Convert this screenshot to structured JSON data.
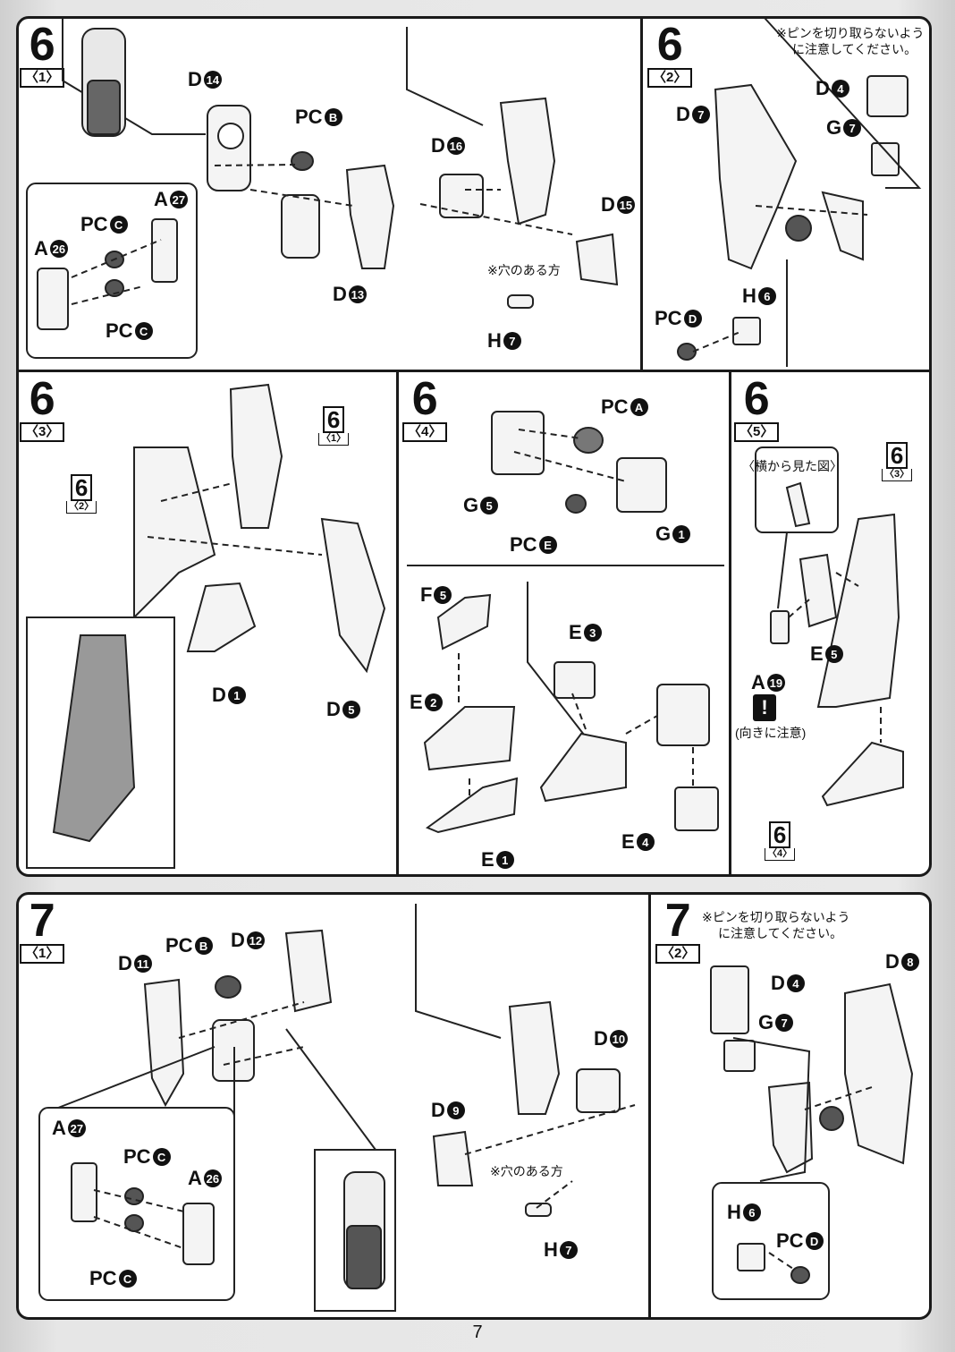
{
  "page_number": "7",
  "steps": [
    {
      "num": "6",
      "sub": "〈1〉"
    },
    {
      "num": "6",
      "sub": "〈2〉"
    },
    {
      "num": "6",
      "sub": "〈3〉"
    },
    {
      "num": "6",
      "sub": "〈4〉"
    },
    {
      "num": "6",
      "sub": "〈5〉"
    },
    {
      "num": "7",
      "sub": "〈1〉"
    },
    {
      "num": "7",
      "sub": "〈2〉"
    }
  ],
  "refs": [
    {
      "num": "6",
      "sub": "〈1〉"
    },
    {
      "num": "6",
      "sub": "〈2〉"
    },
    {
      "num": "6",
      "sub": "〈3〉"
    },
    {
      "num": "6",
      "sub": "〈4〉"
    }
  ],
  "notes": {
    "pin_warning": "※ピンを切り取らないように注意してください。",
    "pin_warning_line1": "※ピンを切り取らないよう",
    "pin_warning_line2": "に注意してください。",
    "hole_side": "※穴のある方",
    "side_view": "〈横から見た図〉",
    "direction_caution": "(向きに注意)"
  },
  "parts": {
    "s61": [
      {
        "prefix": "D",
        "n": "14"
      },
      {
        "prefix": "PC",
        "n": "B"
      },
      {
        "prefix": "A",
        "n": "27"
      },
      {
        "prefix": "PC",
        "n": "C"
      },
      {
        "prefix": "A",
        "n": "26"
      },
      {
        "prefix": "PC",
        "n": "C"
      },
      {
        "prefix": "D",
        "n": "13"
      },
      {
        "prefix": "D",
        "n": "16"
      },
      {
        "prefix": "D",
        "n": "15"
      },
      {
        "prefix": "H",
        "n": "7"
      }
    ],
    "s62": [
      {
        "prefix": "D",
        "n": "7"
      },
      {
        "prefix": "D",
        "n": "4"
      },
      {
        "prefix": "G",
        "n": "7"
      },
      {
        "prefix": "PC",
        "n": "D"
      },
      {
        "prefix": "H",
        "n": "6"
      }
    ],
    "s63": [
      {
        "prefix": "D",
        "n": "1"
      },
      {
        "prefix": "D",
        "n": "5"
      }
    ],
    "s64": [
      {
        "prefix": "PC",
        "n": "A"
      },
      {
        "prefix": "G",
        "n": "5"
      },
      {
        "prefix": "G",
        "n": "1"
      },
      {
        "prefix": "PC",
        "n": "E"
      },
      {
        "prefix": "F",
        "n": "5"
      },
      {
        "prefix": "E",
        "n": "2"
      },
      {
        "prefix": "E",
        "n": "1"
      },
      {
        "prefix": "E",
        "n": "3"
      },
      {
        "prefix": "E",
        "n": "4"
      }
    ],
    "s65": [
      {
        "prefix": "E",
        "n": "5"
      },
      {
        "prefix": "A",
        "n": "19"
      }
    ],
    "s71": [
      {
        "prefix": "PC",
        "n": "B"
      },
      {
        "prefix": "D",
        "n": "12"
      },
      {
        "prefix": "D",
        "n": "11"
      },
      {
        "prefix": "A",
        "n": "27"
      },
      {
        "prefix": "PC",
        "n": "C"
      },
      {
        "prefix": "A",
        "n": "26"
      },
      {
        "prefix": "PC",
        "n": "C"
      },
      {
        "prefix": "D",
        "n": "10"
      },
      {
        "prefix": "D",
        "n": "9"
      },
      {
        "prefix": "H",
        "n": "7"
      }
    ],
    "s72": [
      {
        "prefix": "D",
        "n": "8"
      },
      {
        "prefix": "D",
        "n": "4"
      },
      {
        "prefix": "G",
        "n": "7"
      },
      {
        "prefix": "H",
        "n": "6"
      },
      {
        "prefix": "PC",
        "n": "D"
      }
    ]
  }
}
